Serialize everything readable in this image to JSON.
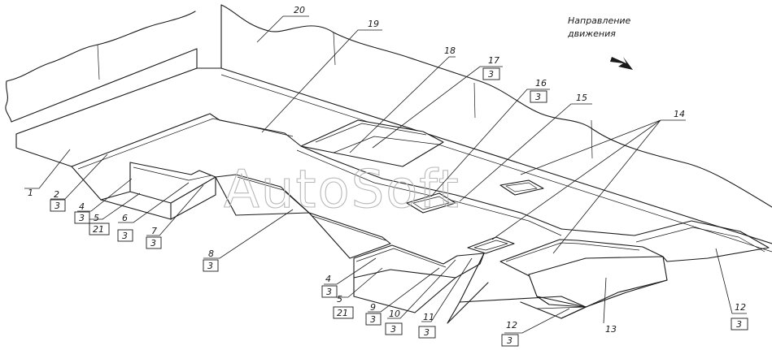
{
  "direction_caption": {
    "line1": "Направление",
    "line2": "движения"
  },
  "watermark": "AutoSoft",
  "callouts": {
    "c1": {
      "num": "1",
      "sub": ""
    },
    "c2": {
      "num": "2",
      "sub": "3"
    },
    "c4a": {
      "num": "4",
      "sub": "3"
    },
    "c5a": {
      "num": "5",
      "sub": "21"
    },
    "c6": {
      "num": "6",
      "sub": "3"
    },
    "c7": {
      "num": "7",
      "sub": "3"
    },
    "c8": {
      "num": "8",
      "sub": "3"
    },
    "c4b": {
      "num": "4",
      "sub": "3"
    },
    "c5b": {
      "num": "5",
      "sub": "21"
    },
    "c9": {
      "num": "9",
      "sub": "3"
    },
    "c10": {
      "num": "10",
      "sub": "3"
    },
    "c11": {
      "num": "11",
      "sub": "3"
    },
    "c12a": {
      "num": "12",
      "sub": "3"
    },
    "c13": {
      "num": "13",
      "sub": ""
    },
    "c12b": {
      "num": "12",
      "sub": "3"
    },
    "c14": {
      "num": "14",
      "sub": ""
    },
    "c15": {
      "num": "15",
      "sub": ""
    },
    "c16": {
      "num": "16",
      "sub": "3"
    },
    "c17": {
      "num": "17",
      "sub": "3"
    },
    "c18": {
      "num": "18",
      "sub": ""
    },
    "c19": {
      "num": "19",
      "sub": ""
    },
    "c20": {
      "num": "20",
      "sub": ""
    }
  }
}
